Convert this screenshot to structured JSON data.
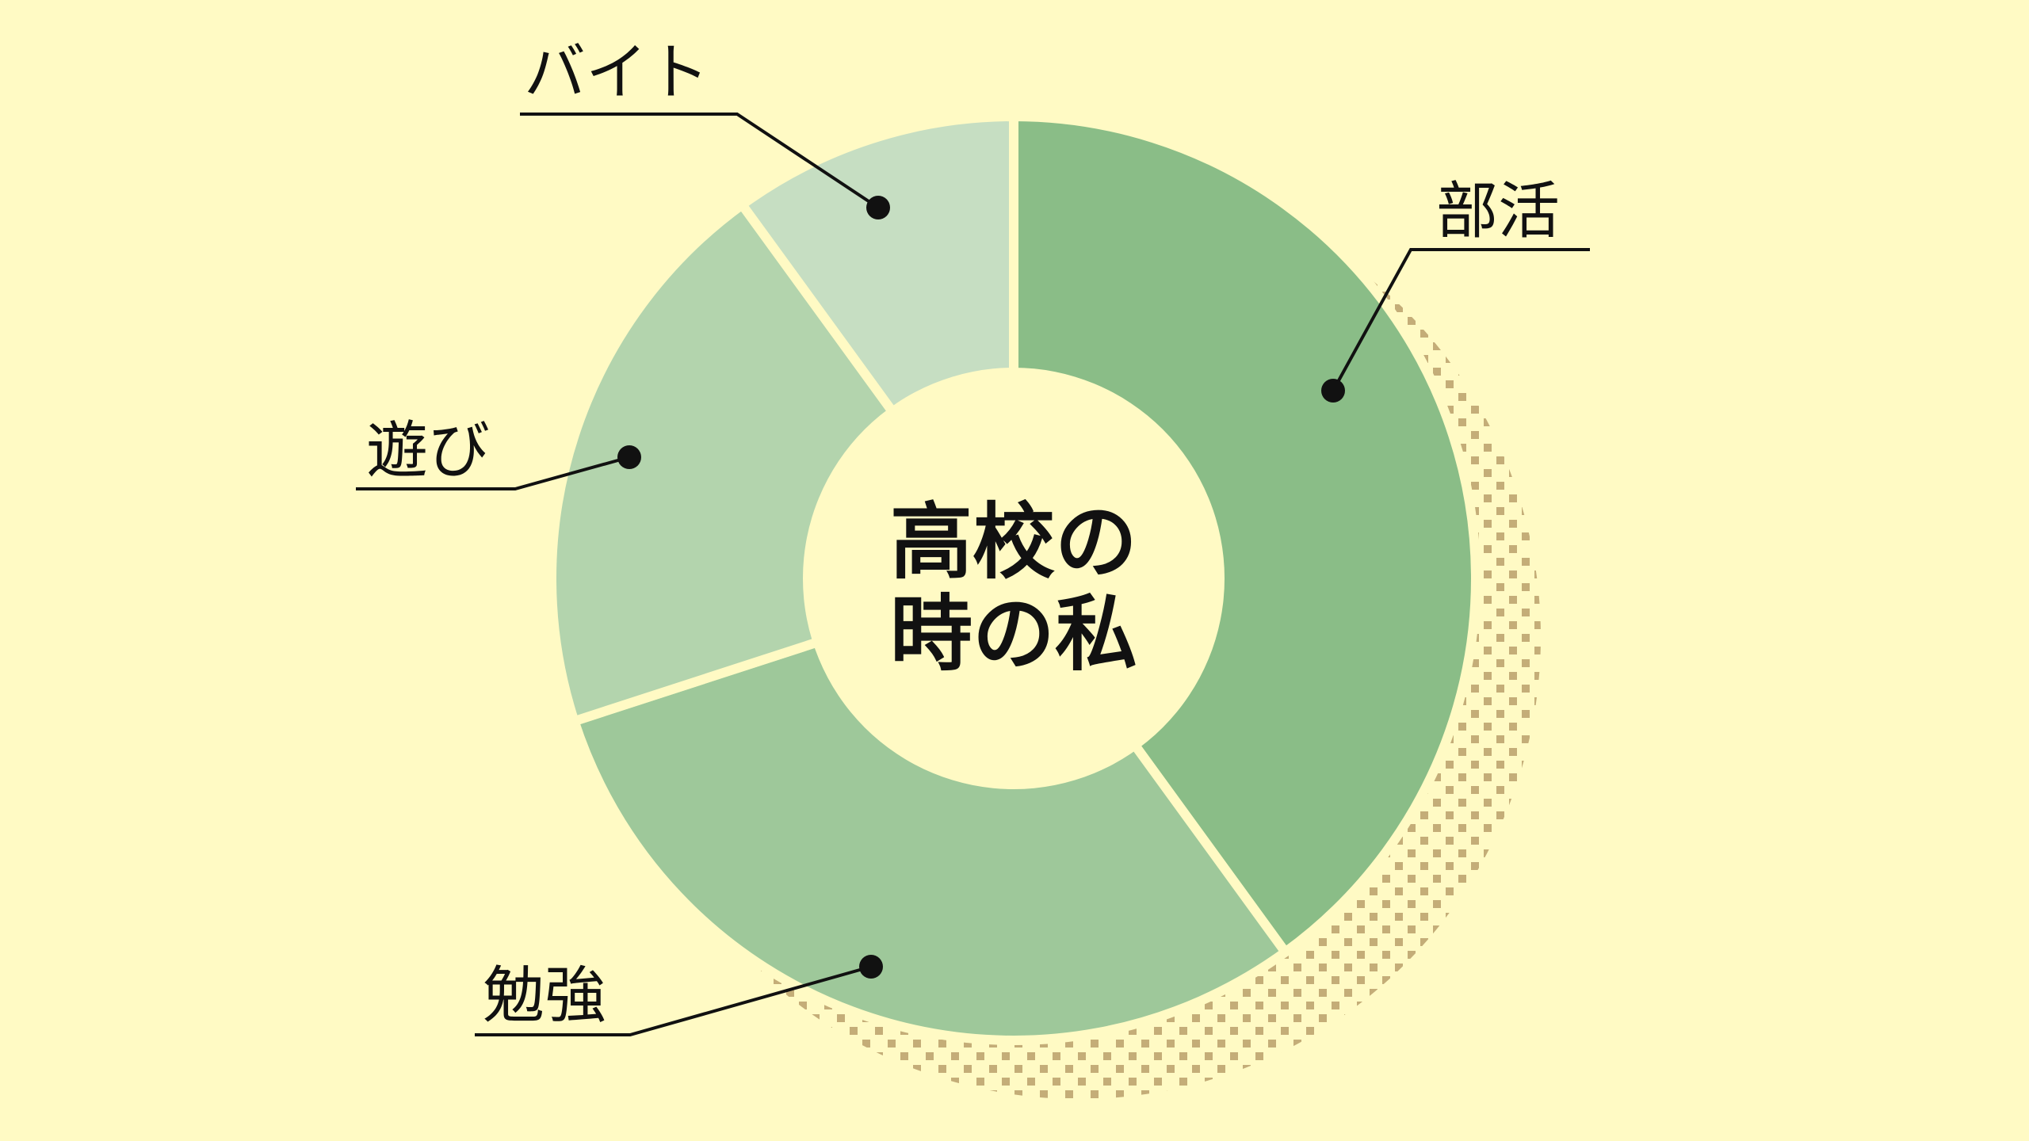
{
  "chart_data": {
    "type": "pie",
    "variant": "donut",
    "title": "高校の時の私",
    "title_lines": [
      "高校の",
      "時の私"
    ],
    "categories": [
      "部活",
      "勉強",
      "遊び",
      "バイト"
    ],
    "values": [
      40,
      30,
      20,
      10
    ],
    "colors": [
      "#8abd87",
      "#9ec89a",
      "#b3d4ad",
      "#c6dec2"
    ],
    "background": "#fffac4",
    "shadow_color": "#c4ad78",
    "legend": "none"
  }
}
